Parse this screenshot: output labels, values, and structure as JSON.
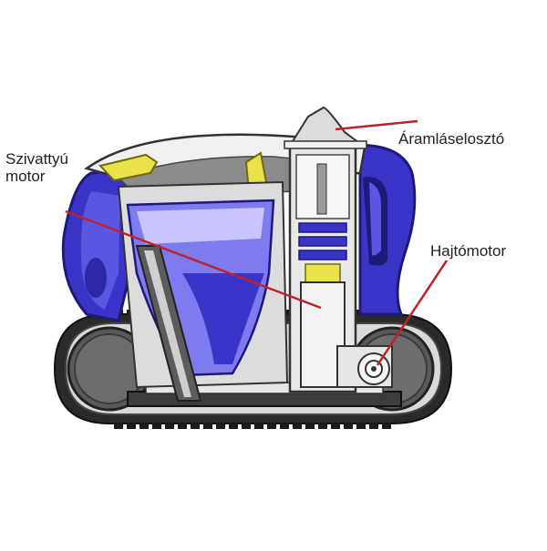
{
  "diagram": {
    "labels": {
      "pump_motor_line1": "Szivattyú",
      "pump_motor_line2": "motor",
      "flow_distributor": "Áramláselosztó",
      "drive_motor": "Hajtómotor"
    },
    "colors": {
      "body_blue": "#3a35c8",
      "body_blue_dark": "#1d1a7a",
      "hopper_blue": "#7e7af0",
      "hopper_light": "#c9c6ff",
      "track_dark": "#2a2a2a",
      "wheel_gray": "#5a5a5a",
      "motor_white": "#f3f3f3",
      "handle_yellow": "#e9e24a",
      "leader_red": "#c0222a",
      "inner_gray": "#8b8b8b"
    }
  }
}
